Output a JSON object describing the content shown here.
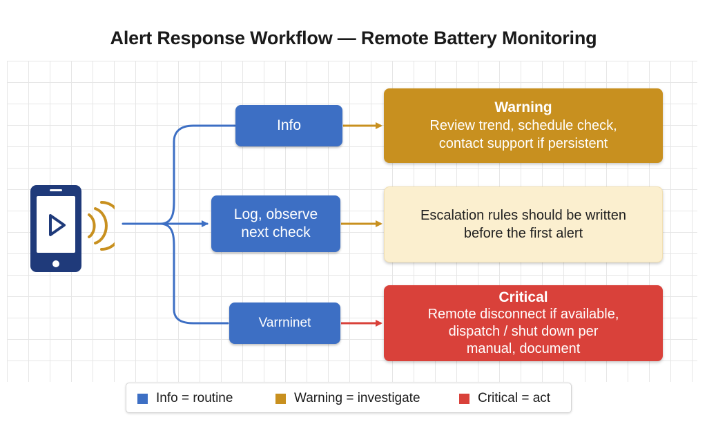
{
  "diagram": {
    "title": "Alert Response Workflow — Remote Battery Monitoring"
  },
  "source": {
    "icon": "smartphone-play-signal-icon"
  },
  "levels": {
    "info": {
      "label": "Info"
    },
    "log": {
      "label_line1": "Log, observe",
      "label_line2": "next check"
    },
    "varrninet": {
      "label": "Varrninet"
    }
  },
  "outcomes": {
    "warning": {
      "heading": "Warning",
      "line1": "Review trend, schedule check,",
      "line2": "contact support if persistent"
    },
    "note": {
      "line1": "Escalation rules should be written",
      "line2": "before the first alert"
    },
    "critical": {
      "heading": "Critical",
      "line1": "Remote disconnect if available,",
      "line2": "dispatch / shut down per",
      "line3": "manual, document"
    }
  },
  "legend": {
    "items": [
      {
        "label": "Info = routine",
        "color": "#3d6fc4"
      },
      {
        "label": "Warning = investigate",
        "color": "#c8901f"
      },
      {
        "label": "Critical = act",
        "color": "#d9413a"
      }
    ]
  },
  "colors": {
    "info_blue": "#3d6fc4",
    "warning_gold": "#c8901f",
    "note_cream": "#fbefcf",
    "critical_red": "#d9413a",
    "phone_navy": "#1f3a7a"
  }
}
